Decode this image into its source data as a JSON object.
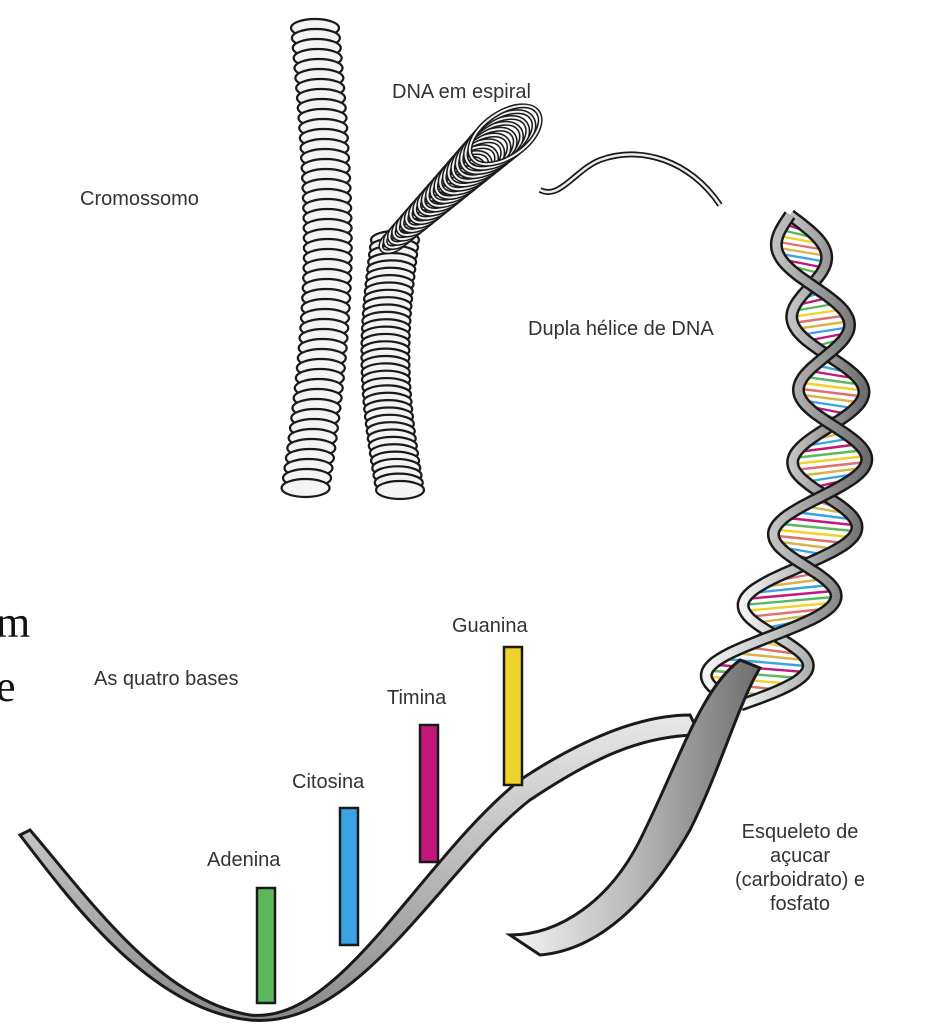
{
  "labels": {
    "chromosome": "Cromossomo",
    "coiled_dna": "DNA em espiral",
    "double_helix": "Dupla hélice de DNA",
    "four_bases": "As quatro bases",
    "backbone_lines": [
      "Esqueleto de",
      "açucar",
      "(carboidrato) e",
      "fosfato"
    ]
  },
  "bases": [
    {
      "name": "Adenina",
      "color": "#5cb85c"
    },
    {
      "name": "Citosina",
      "color": "#3aa3e3"
    },
    {
      "name": "Timina",
      "color": "#c2187a"
    },
    {
      "name": "Guanina",
      "color": "#f0d22a"
    }
  ],
  "background_text": [
    "m",
    "e"
  ],
  "colors": {
    "outline": "#1a1a1a",
    "ribbon_light": "#f2f2f2",
    "ribbon_dark": "#7a7a7a"
  }
}
